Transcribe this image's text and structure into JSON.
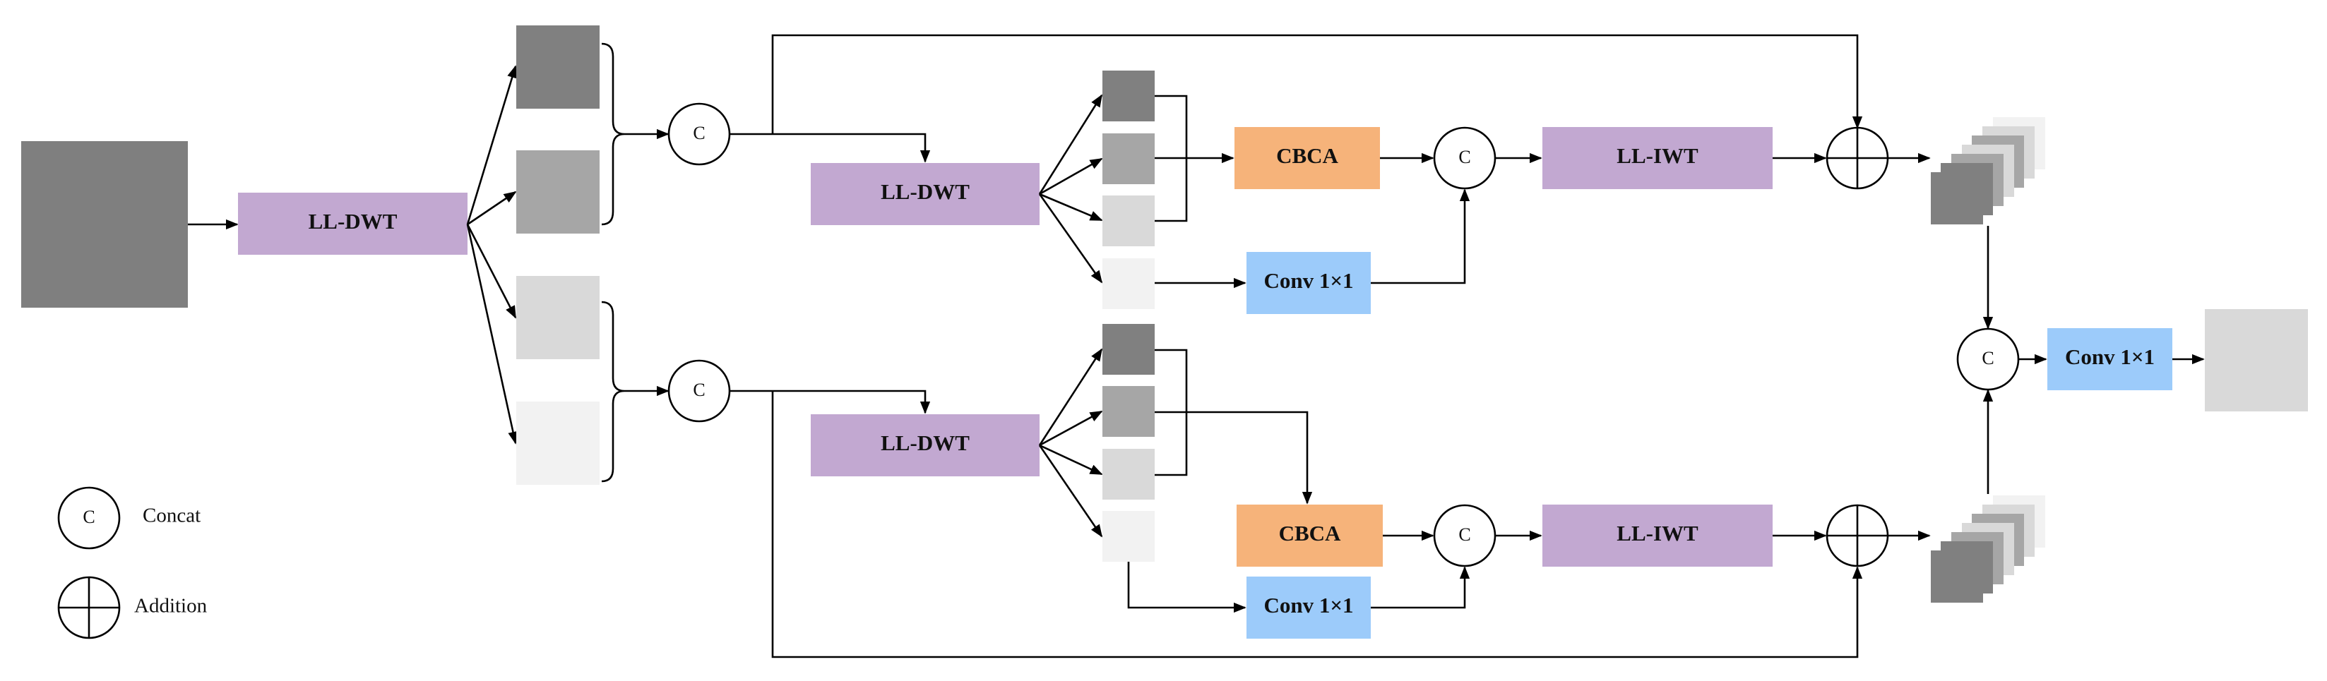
{
  "blocks": {
    "ll_dwt": "LL-DWT",
    "ll_iwt": "LL-IWT",
    "cbca": "CBCA",
    "conv": "Conv 1×1"
  },
  "nodes": {
    "concat": "C"
  },
  "legend": {
    "concat_symbol": "C",
    "concat_label": "Concat",
    "addition_label": "Addition"
  },
  "colors": {
    "dwt": "#c2a8d1",
    "cbca": "#f6b37a",
    "conv": "#9ccbfa",
    "dark_gray": "#808080",
    "mid_gray": "#a6a6a6",
    "light_gray": "#d9d9d9",
    "lightest_gray": "#f2f2f2",
    "input_gray": "#7f7f7f",
    "output_gray": "#d9d9d9"
  }
}
